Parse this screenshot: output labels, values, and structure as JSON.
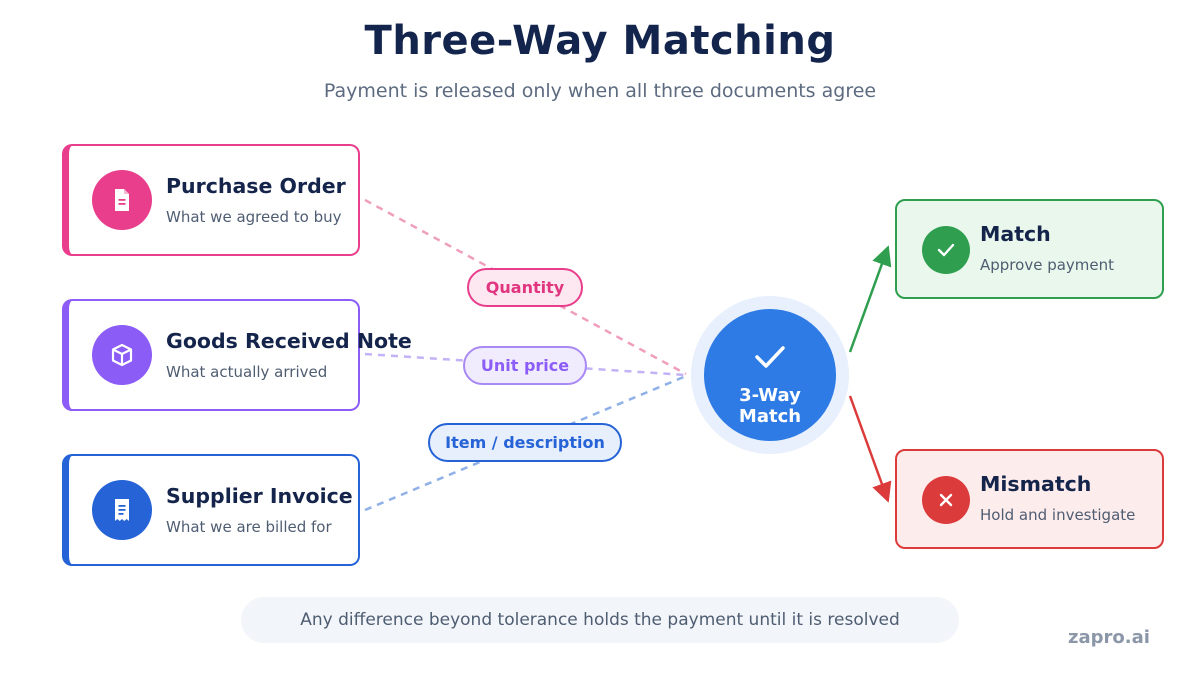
{
  "header": {
    "title": "Three-Way Matching",
    "subtitle": "Payment is released only when all three documents agree"
  },
  "documents": [
    {
      "title": "Purchase Order",
      "subtitle": "What we agreed to buy",
      "icon": "document-icon",
      "color": "#e83e8c"
    },
    {
      "title": "Goods Received Note",
      "subtitle": "What actually arrived",
      "icon": "box-icon",
      "color": "#8b5cf6"
    },
    {
      "title": "Supplier Invoice",
      "subtitle": "What we are billed for",
      "icon": "receipt-icon",
      "color": "#2563d6"
    }
  ],
  "criteria": [
    {
      "label": "Quantity",
      "color": "#e83e8c",
      "bg": "#fde7f0"
    },
    {
      "label": "Unit price",
      "color": "#8b5cf6",
      "bg": "#f1ebfe"
    },
    {
      "label": "Item / description",
      "color": "#2563d6",
      "bg": "#e7effc"
    }
  ],
  "hub": {
    "label_line1": "3-Way",
    "label_line2": "Match",
    "color": "#2e7be5"
  },
  "outcomes": [
    {
      "title": "Match",
      "subtitle": "Approve payment",
      "icon": "check-icon",
      "color": "#2f9e4f",
      "bg": "#e9f7ec"
    },
    {
      "title": "Mismatch",
      "subtitle": "Hold and investigate",
      "icon": "x-icon",
      "color": "#dc3b3b",
      "bg": "#fdecec"
    }
  ],
  "footer": {
    "note": "Any difference beyond tolerance holds the payment until it is resolved",
    "brand": "zapro.ai"
  }
}
